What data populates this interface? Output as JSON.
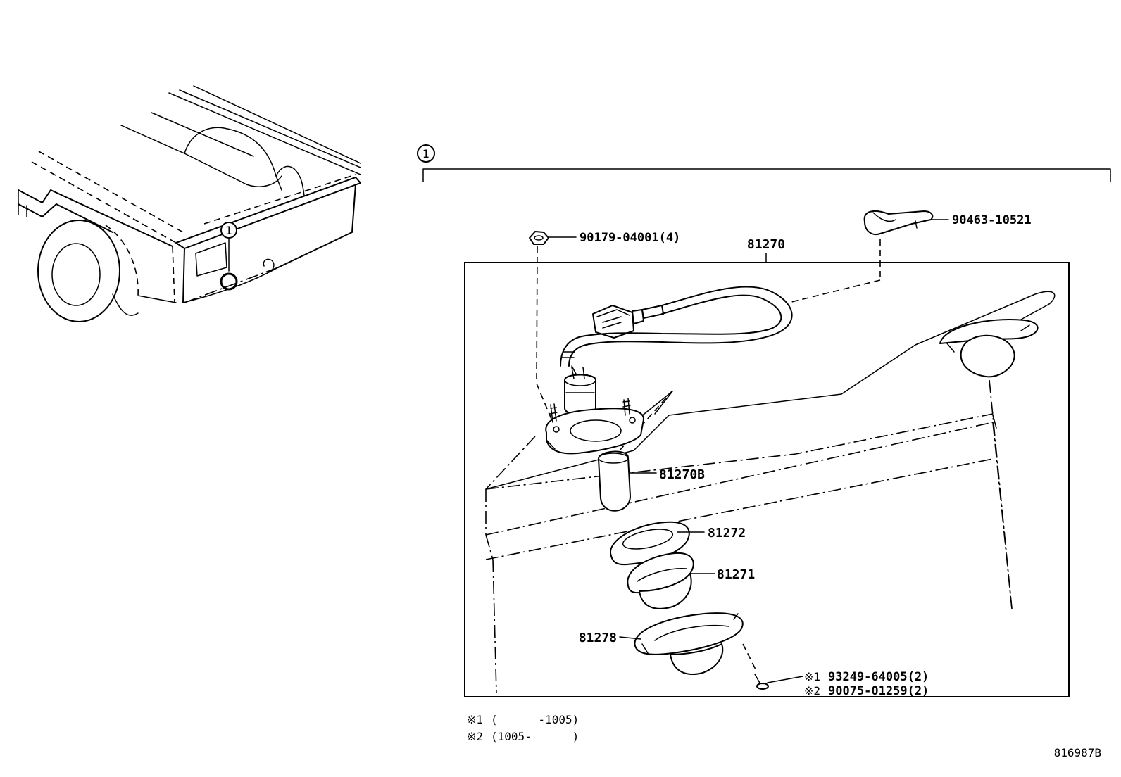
{
  "callouts": {
    "assembly_ref": "1",
    "truck_ref": "1"
  },
  "parts": {
    "nut": "90179-04001(4)",
    "clamp": "90463-10521",
    "assembly": "81270",
    "bulb": "81270B",
    "gasket": "81272",
    "lens": "81271",
    "housing": "81278",
    "screw_1_mark": "※1",
    "screw_1": "93249-64005(2)",
    "screw_2_mark": "※2",
    "screw_2": "90075-01259(2)"
  },
  "notes": {
    "note_1_mark": "※1",
    "note_1": "(      -1005)",
    "note_2_mark": "※2",
    "note_2": "(1005-      )"
  },
  "figure_code": "816987B"
}
